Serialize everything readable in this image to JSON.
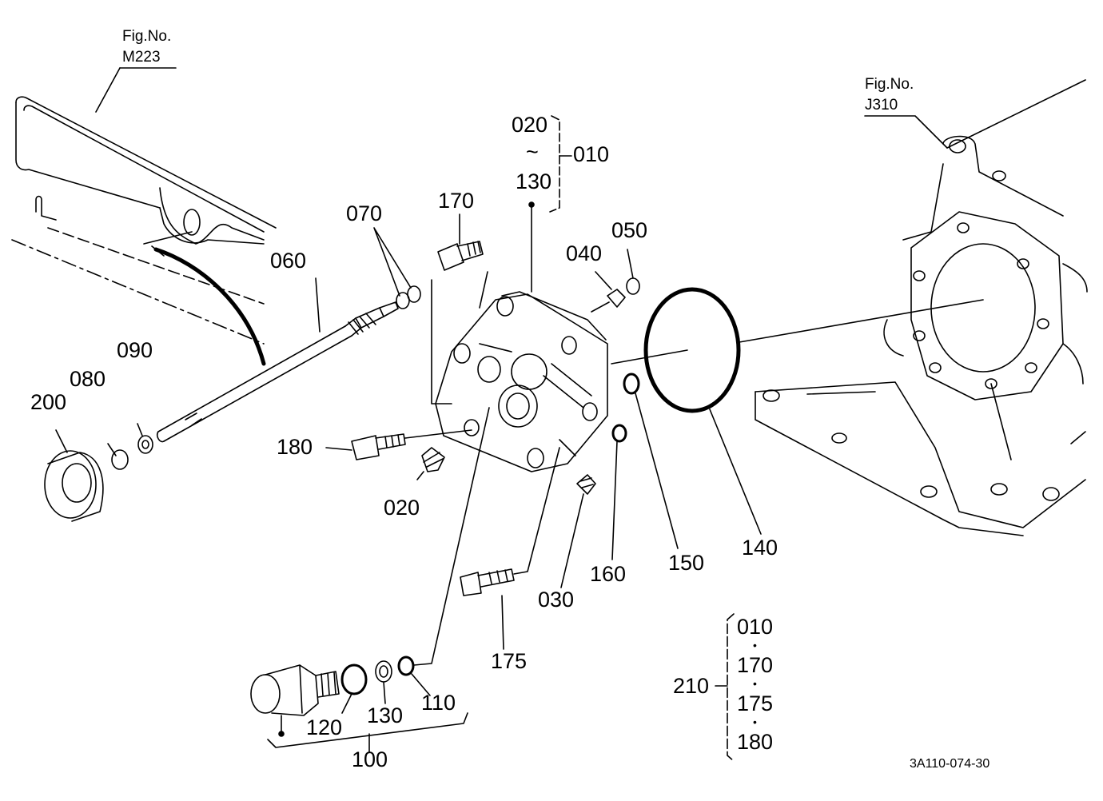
{
  "references": {
    "left": {
      "line1": "Fig.No.",
      "line2": "M223"
    },
    "right": {
      "line1": "Fig.No.",
      "line2": "J310"
    }
  },
  "assembly_group": {
    "top": "020",
    "tilde": "~",
    "bottom": "130",
    "assembly": "010"
  },
  "kit": {
    "number": "210",
    "items": [
      "010",
      "170",
      "175",
      "180"
    ],
    "separator": "•"
  },
  "part_labels": {
    "p020": "020",
    "p030": "030",
    "p040": "040",
    "p050": "050",
    "p060": "060",
    "p070": "070",
    "p080": "080",
    "p090": "090",
    "p100": "100",
    "p110": "110",
    "p120": "120",
    "p130": "130",
    "p140": "140",
    "p150": "150",
    "p160": "160",
    "p170": "170",
    "p175": "175",
    "p180": "180",
    "p200": "200"
  },
  "diagram_code": "3A110-074-30"
}
